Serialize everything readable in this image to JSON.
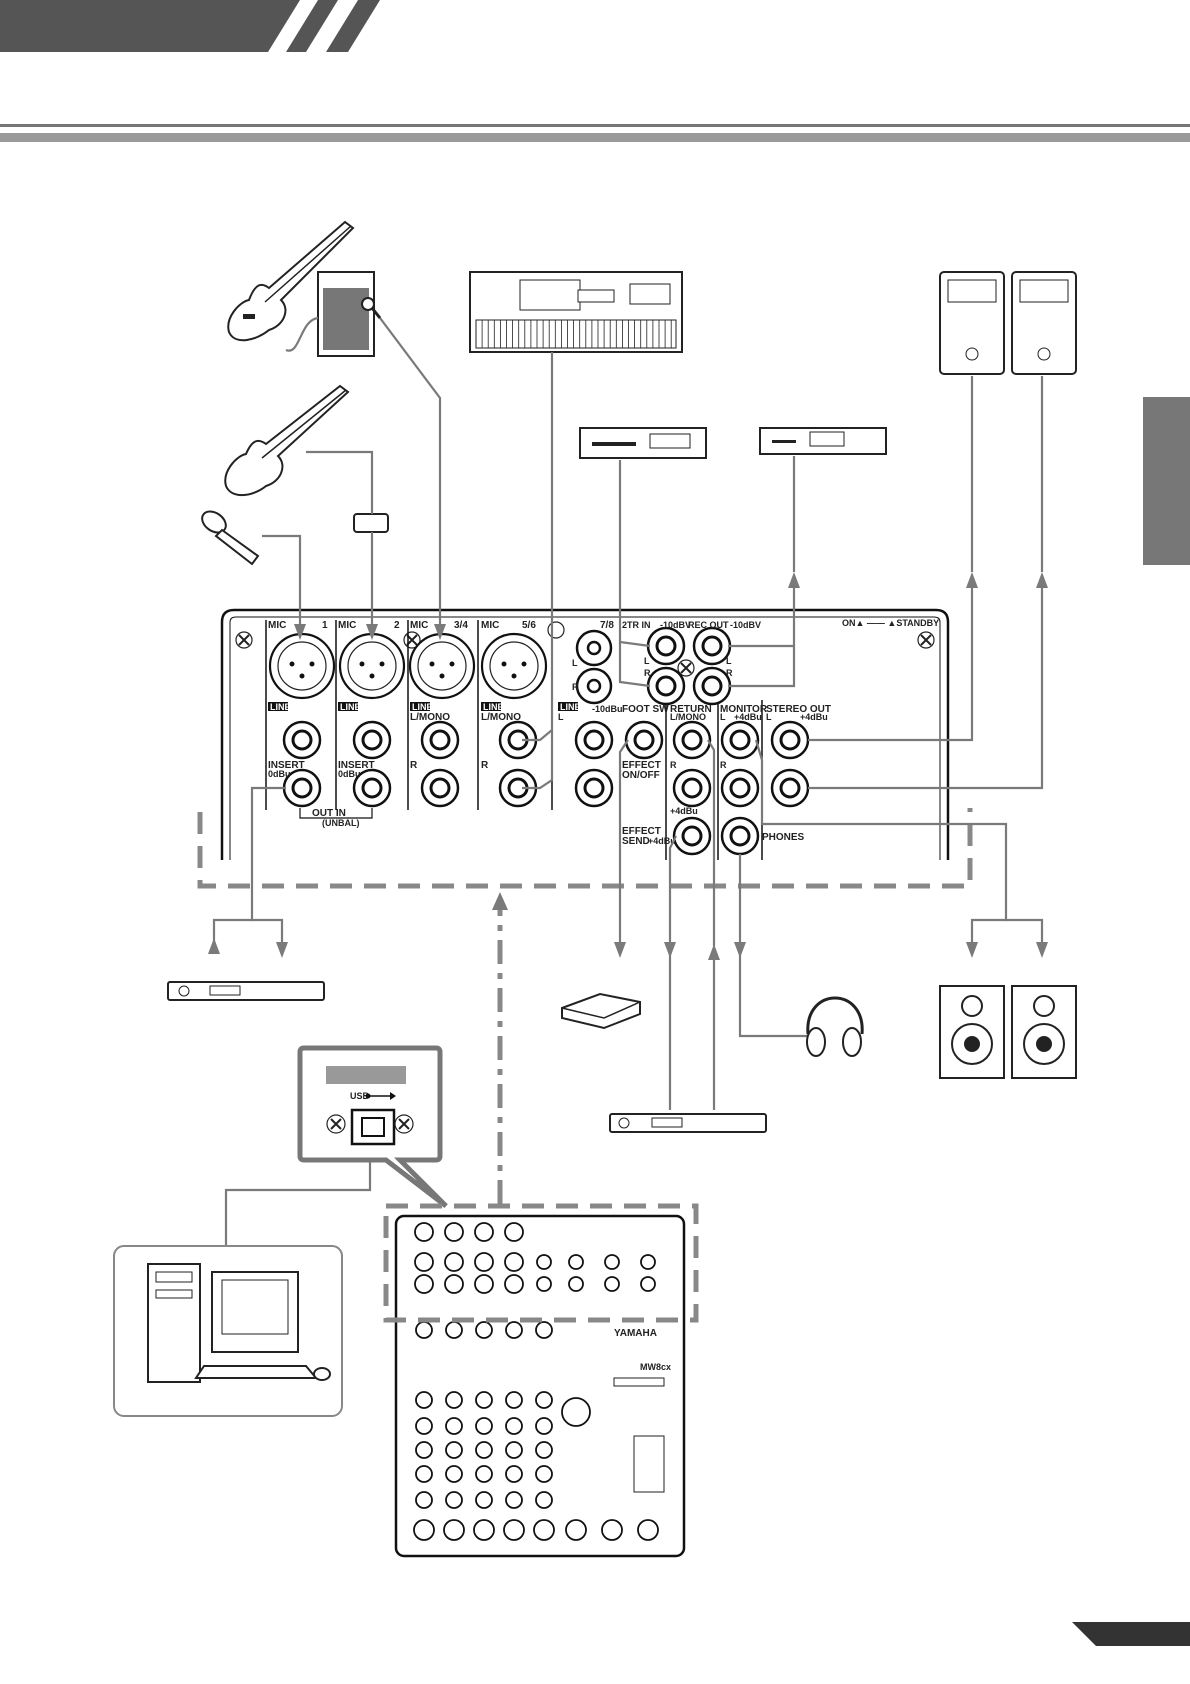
{
  "rear_panel": {
    "mic_1": "MIC",
    "ch_1": "1",
    "mic_2": "MIC",
    "ch_2": "2",
    "mic_34": "MIC",
    "ch_34": "3/4",
    "mic_56": "MIC",
    "ch_56": "5/6",
    "ch_78": "7/8",
    "line_1": "LINE",
    "line_2": "LINE",
    "line_34": "LINE",
    "lmono_34": "L/MONO",
    "line_56": "LINE",
    "lmono_56": "L/MONO",
    "line_78": "LINE",
    "l_78": "L",
    "r_34": "R",
    "r_56": "R",
    "insert_1": "INSERT",
    "zero_dbu_1": "0dBu",
    "insert_2": "INSERT",
    "zero_dbu_2": "0dBu",
    "out_in": "OUT  IN",
    "unbal": "(UNBAL)",
    "two_tr_in": "2TR IN",
    "minus10_a": "-10dBV",
    "rec_out": "REC OUT",
    "minus10_b": "-10dBV",
    "minus10dbu": "-10dBu",
    "foot_sw": "FOOT SW",
    "effect_onoff_1": "EFFECT",
    "effect_onoff_2": "ON/OFF",
    "return": "RETURN",
    "return_lmono": "L/MONO",
    "return_r": "R",
    "plus4_ret": "+4dBu",
    "monitor": "MONITOR",
    "monitor_l": "L",
    "monitor_plus4": "+4dBu",
    "monitor_r": "R",
    "stereo_out": "STEREO  OUT",
    "stereo_l": "L",
    "stereo_plus4": "+4dBu",
    "effect_send_1": "EFFECT",
    "effect_send_2": "SEND",
    "effect_send_level": "+4dBu",
    "phones": "PHONES",
    "on_standby": "ON▲ —— ▲STANDBY",
    "two_tr_l": "L",
    "two_tr_r": "R",
    "rec_l": "L",
    "rec_r": "R",
    "left_l": "L",
    "left_r": "R"
  },
  "usb_callout": {
    "usb_label": "USB"
  },
  "mixer_front": {
    "brand": "YAMAHA",
    "model": "MW8cx"
  },
  "colors": {
    "header_bar": "#555555",
    "cable": "#7a7a7a",
    "dashed": "#888888",
    "side_tab": "#777777",
    "corner_tab": "#333333"
  }
}
